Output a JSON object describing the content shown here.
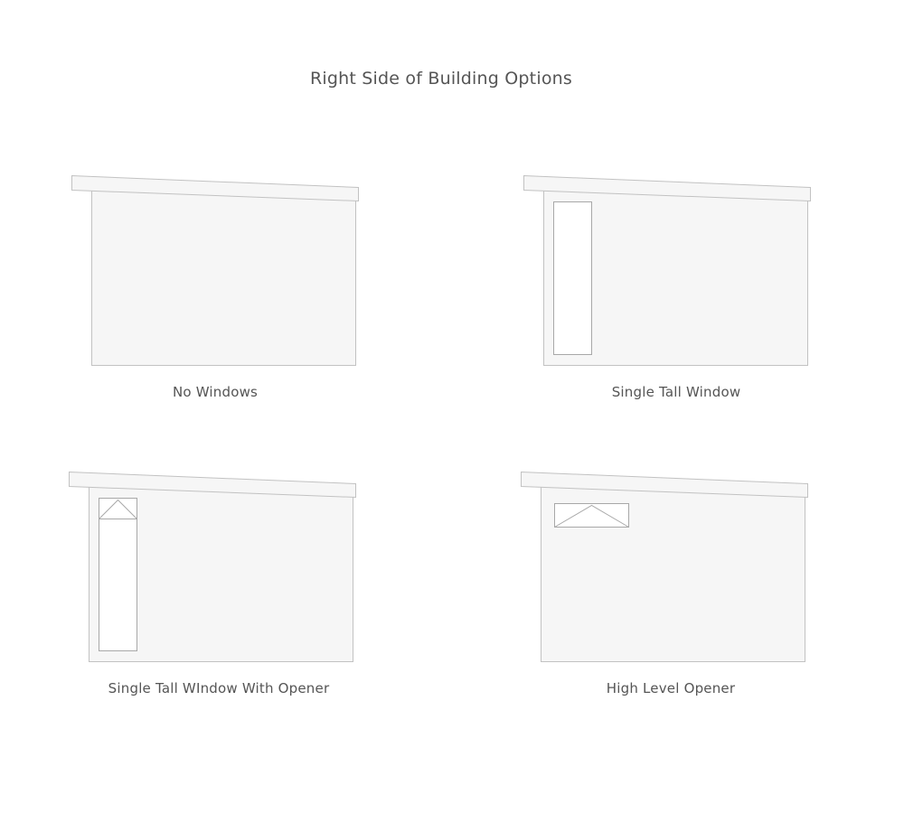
{
  "title": "Right Side of Building Options",
  "colors": {
    "wall_fill": "#f6f6f6",
    "outline": "#c2c2c2",
    "window_fill": "#ffffff",
    "text": "#555555"
  },
  "options": [
    {
      "label": "No Windows",
      "window": "none"
    },
    {
      "label": "Single Tall Window",
      "window": "tall"
    },
    {
      "label": "Single Tall WIndow With Opener",
      "window": "tall-with-opener"
    },
    {
      "label": "High Level Opener",
      "window": "high-level-opener"
    }
  ]
}
